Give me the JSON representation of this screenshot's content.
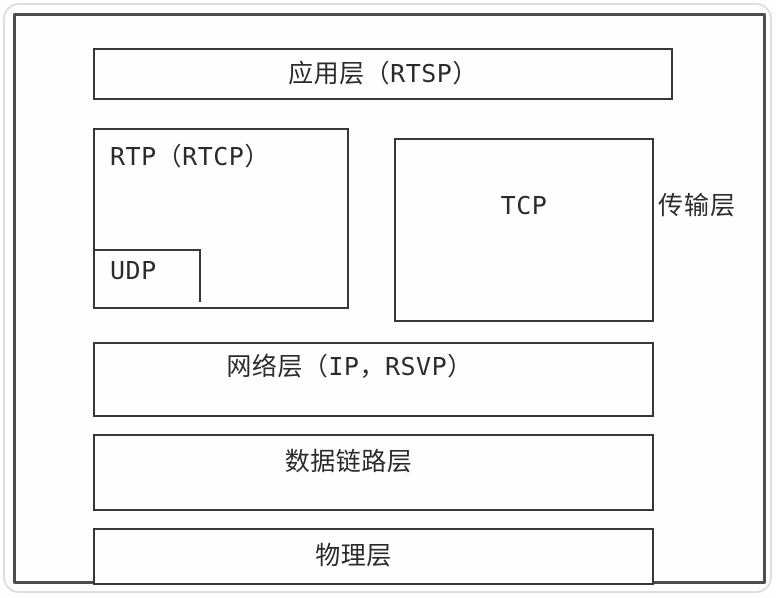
{
  "diagram": {
    "description": "RTSP streaming protocol stack diagram",
    "application_box": {
      "label": "应用层（RTSP）"
    },
    "rtp_box": {
      "label": "RTP（RTCP）"
    },
    "udp_box": {
      "label": "UDP"
    },
    "tcp_box": {
      "label": "TCP"
    },
    "transport_layer_label": "传输层",
    "network_box": {
      "label": "网络层（IP，RSVP）"
    },
    "datalink_box": {
      "label": "数据链路层"
    },
    "physical_box": {
      "label": "物理层"
    },
    "colors": {
      "line": "#383838",
      "frame": "#4d4d4d",
      "background": "#fefefe",
      "text": "#2b2b2b"
    }
  }
}
